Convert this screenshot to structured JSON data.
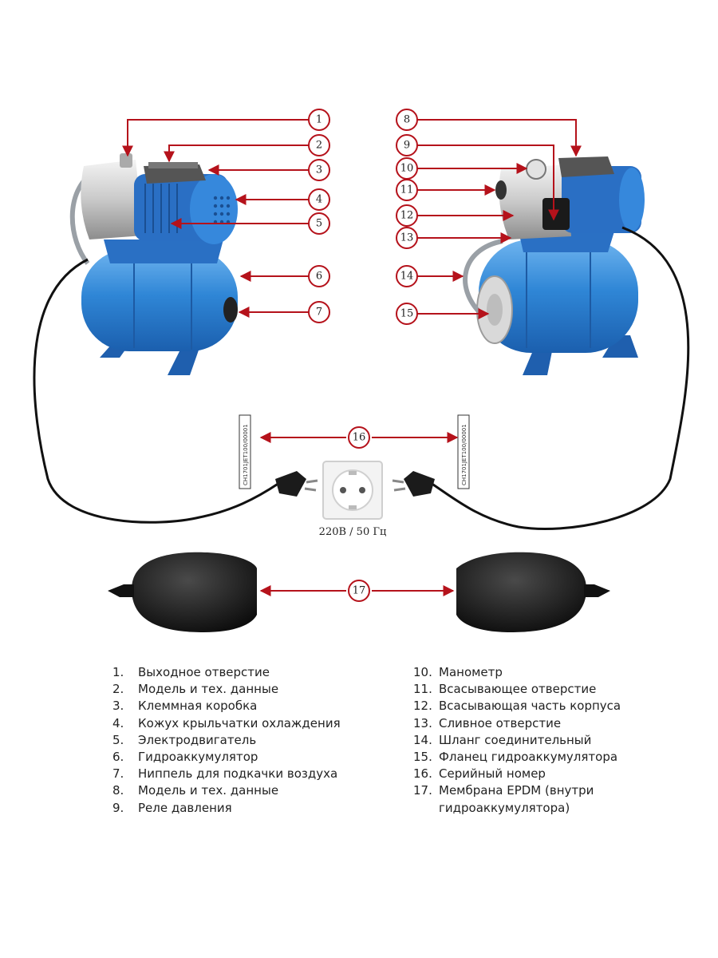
{
  "labels": [
    "1",
    "2",
    "3",
    "4",
    "5",
    "6",
    "7",
    "8",
    "9",
    "10",
    "11",
    "12",
    "13",
    "14",
    "15",
    "16",
    "17"
  ],
  "serial_number": "CH1701JET100/00001",
  "power_label": "220В / 50 Гц",
  "legend_left": [
    {
      "n": "1.",
      "text": "Выходное отверстие"
    },
    {
      "n": "2.",
      "text": "Модель и тех. данные"
    },
    {
      "n": "3.",
      "text": "Клеммная коробка"
    },
    {
      "n": "4.",
      "text": "Кожух крыльчатки охлаждения"
    },
    {
      "n": "5.",
      "text": "Электродвигатель"
    },
    {
      "n": "6.",
      "text": "Гидроаккумулятор"
    },
    {
      "n": "7.",
      "text": "Ниппель для подкачки воздуха"
    },
    {
      "n": "8.",
      "text": "Модель и тех. данные"
    },
    {
      "n": "9.",
      "text": "Реле давления"
    }
  ],
  "legend_right": [
    {
      "n": "10.",
      "text": "Манометр"
    },
    {
      "n": "11.",
      "text": "Всасывающее отверстие"
    },
    {
      "n": "12.",
      "text": "Всасывающая часть корпуса"
    },
    {
      "n": "13.",
      "text": "Сливное отверстие"
    },
    {
      "n": "14.",
      "text": "Шланг соединительный"
    },
    {
      "n": "15.",
      "text": "Фланец гидроаккумулятора"
    },
    {
      "n": "16.",
      "text": "Серийный номер"
    },
    {
      "n": "17.",
      "text": "Мембрана EPDM (внутри"
    },
    {
      "n": "",
      "text": "гидроаккумулятора)"
    }
  ],
  "colors": {
    "callout": "#b5121b",
    "tank": "#2f86d6",
    "motor": "#2a6fc4",
    "cable": "#111111"
  }
}
